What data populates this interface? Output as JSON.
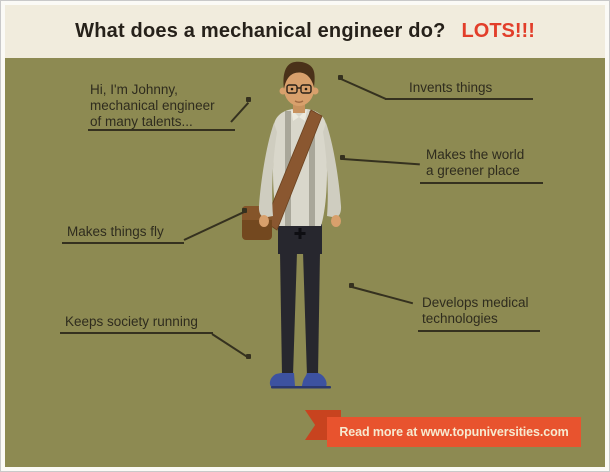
{
  "header": {
    "title": "What does a mechanical engineer do?",
    "highlight": "LOTS!!!"
  },
  "callouts": {
    "intro": "Hi, I'm Johnny,\nmechanical engineer\nof many talents...",
    "invents": "Invents things",
    "greener": "Makes the world\na greener place",
    "fly": "Makes things fly",
    "medical": "Develops medical\ntechnologies",
    "society": "Keeps society running"
  },
  "ribbon": {
    "text": "Read more at www.topuniversities.com"
  },
  "colors": {
    "background": "#8d8a52",
    "header_bg": "#f1ecdd",
    "title_text": "#26211a",
    "highlight_text": "#e23e2a",
    "label_text": "#2f2c1e",
    "connector_line": "#35311f",
    "ribbon_bg": "#e8532e",
    "ribbon_text": "#f7ead0"
  }
}
